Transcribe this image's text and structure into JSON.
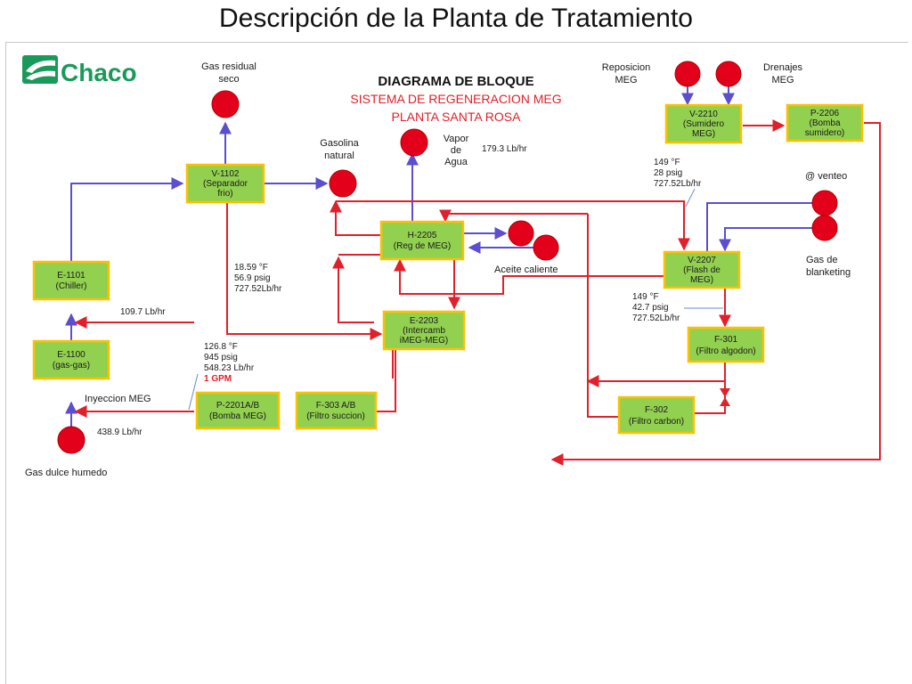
{
  "slide": {
    "title": "Descripción de la Planta de Tratamiento"
  },
  "logo": {
    "text": "Chaco"
  },
  "header": {
    "title": "DIAGRAMA DE BLOQUE",
    "subtitle1": "SISTEMA DE REGENERACION MEG",
    "subtitle2": "PLANTA SANTA ROSA"
  },
  "colors": {
    "box_fill": "#92d050",
    "box_border": "#ffc000",
    "red_line": "#e0202a",
    "blue_line": "#5b4fcf",
    "node": "#e3001b",
    "logo_green": "#1a9a5a"
  },
  "equipment": {
    "v1102": {
      "tag": "V-1102",
      "l1": "(Separador",
      "l2": "frio)"
    },
    "e1101": {
      "tag": "E-1101",
      "l1": "(Chiller)"
    },
    "e1100": {
      "tag": "E-1100",
      "l1": "(gas-gas)"
    },
    "p2201": {
      "tag": "P-2201A/B",
      "l1": "(Bomba MEG)"
    },
    "f303": {
      "tag": "F-303 A/B",
      "l1": "(Filtro succion)"
    },
    "h2205": {
      "tag": "H-2205",
      "l1": "(Reg de MEG)"
    },
    "e2203": {
      "tag": "E-2203",
      "l1": "(Intercamb",
      "l2": "iMEG-MEG)"
    },
    "v2210": {
      "tag": "V-2210",
      "l1": "(Sumidero",
      "l2": "MEG)"
    },
    "p2206": {
      "tag": "P-2206",
      "l1": "(Bomba",
      "l2": "sumidero)"
    },
    "v2207": {
      "tag": "V-2207",
      "l1": "(Flash de",
      "l2": "MEG)"
    },
    "f301": {
      "tag": "F-301",
      "l1": "(Filtro algodon)"
    },
    "f302": {
      "tag": "F-302",
      "l1": "(Filtro carbon)"
    }
  },
  "labels": {
    "gas_residual_1": "Gas residual",
    "gas_residual_2": "seco",
    "gasolina_1": "Gasolina",
    "gasolina_2": "natural",
    "vapor_1": "Vapor",
    "vapor_2": "de",
    "vapor_3": "Agua",
    "vapor_flow": "179.3 Lb/hr",
    "reposicion_1": "Reposicion",
    "reposicion_2": "MEG",
    "drenajes_1": "Drenajes",
    "drenajes_2": "MEG",
    "venteo": "@ venteo",
    "blanketing_1": "Gas de",
    "blanketing_2": "blanketing",
    "aceite": "Aceite caliente",
    "inyeccion": "Inyeccion MEG",
    "gas_dulce": "Gas dulce humedo",
    "flow_109": "109.7 Lb/hr",
    "flow_438": "438.9 Lb/hr"
  },
  "conditions": {
    "v1102_out": [
      "18.59 °F",
      "56.9 psig",
      "727.52Lb/hr"
    ],
    "pump_out": [
      "126.8 °F",
      "945 psig",
      "548.23 Lb/hr"
    ],
    "pump_gpm": "1 GPM",
    "v2207_in": [
      "149 °F",
      "28 psig",
      "727.52Lb/hr"
    ],
    "v2207_out": [
      "149 °F",
      "42.7 psig",
      "727.52Lb/hr"
    ]
  }
}
